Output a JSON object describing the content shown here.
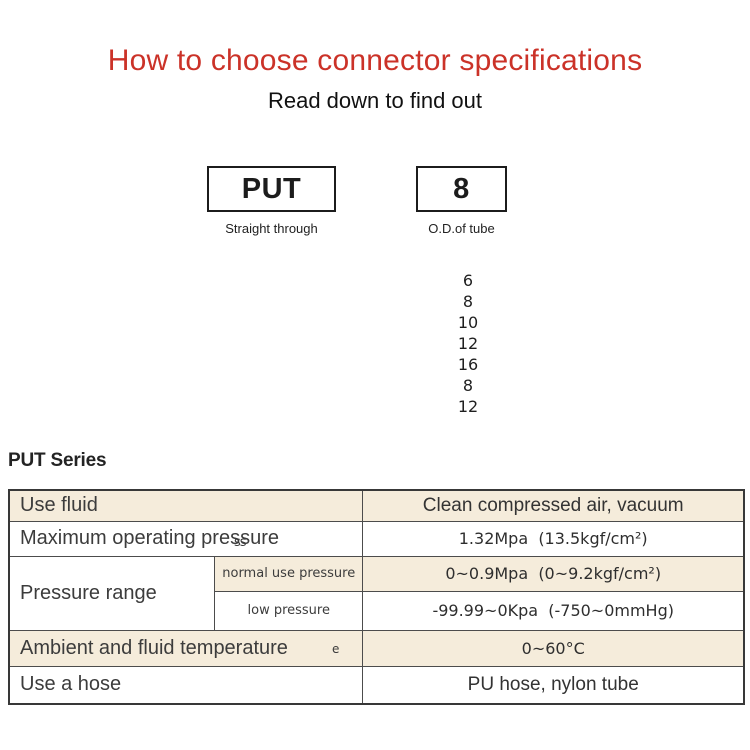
{
  "header": {
    "title": "How to choose connector specifications",
    "subtitle": "Read down to find out"
  },
  "colors": {
    "accent_red": "#cb3228",
    "row_beige": "#f5ecdb",
    "table_border": "#4c4c4c",
    "text_dark": "#3a3a3a"
  },
  "diagram": {
    "boxes": [
      {
        "code": "PUT",
        "caption": "Straight through"
      },
      {
        "code": "8",
        "caption": "O.D.of tube"
      }
    ],
    "tube_sizes": [
      "6",
      "8",
      "10",
      "12",
      "16",
      "8",
      "12"
    ]
  },
  "series_heading": "PUT Series",
  "spec_table": {
    "rows": [
      {
        "label": "Use fluid",
        "value": "Clean compressed air, vacuum"
      },
      {
        "label": "Maximum operating pressure",
        "artifact": "ss",
        "value": "1.32Mpa  (13.5kgf/cm²)"
      },
      {
        "label": "Pressure range",
        "sub_rows": [
          {
            "sub_label": "normal use pressure",
            "value": "0~0.9Mpa  (0~9.2kgf/cm²)"
          },
          {
            "sub_label": "low pressure",
            "value": "-99.99~0Kpa  (-750~0mmHg)"
          }
        ]
      },
      {
        "label": "Ambient and fluid temperature",
        "artifact": "e",
        "value": "0~60°C"
      },
      {
        "label": "Use a hose",
        "value": "PU hose, nylon tube"
      }
    ]
  }
}
